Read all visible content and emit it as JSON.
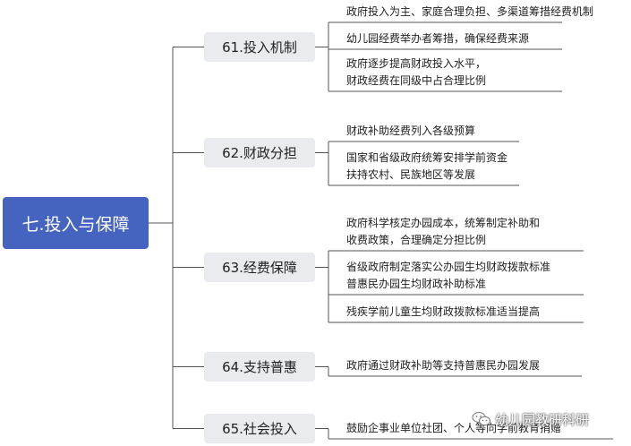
{
  "root": {
    "label": "七.投入与保障"
  },
  "branches": [
    {
      "label": "61.投入机制",
      "leaves": [
        [
          "政府投入为主、家庭合理负担、多渠道筹措经费机制"
        ],
        [
          "幼儿园经费举办者筹措，确保经费来源"
        ],
        [
          "政府逐步提高财政投入水平，",
          "财政经费在同级中占合理比例"
        ]
      ]
    },
    {
      "label": "62.财政分担",
      "leaves": [
        [
          "财政补助经费列入各级预算"
        ],
        [
          "国家和省级政府统筹安排学前资金",
          "扶持农村、民族地区等发展"
        ]
      ]
    },
    {
      "label": "63.经费保障",
      "leaves": [
        [
          "政府科学核定办园成本，统筹制定补助和",
          "收费政策，合理确定分担比例"
        ],
        [
          "省级政府制定落实公办园生均财政拨款标准",
          "普惠民办园生均财政补助标准"
        ],
        [
          "残疾学前儿童生均财政拨款标准适当提高"
        ]
      ]
    },
    {
      "label": "64.支持普惠",
      "leaves": [
        [
          "政府通过财政补助等支持普惠民办园发展"
        ]
      ]
    },
    {
      "label": "65.社会投入",
      "leaves": [
        [
          "鼓励企事业单位社团、个人等向学前教育捐赠"
        ]
      ]
    }
  ],
  "watermark": {
    "text": "幼儿园教研科研",
    "icon": "wechat-icon"
  },
  "colors": {
    "root": "#4564bf",
    "branch": "#e9ebee",
    "line": "#555555"
  }
}
